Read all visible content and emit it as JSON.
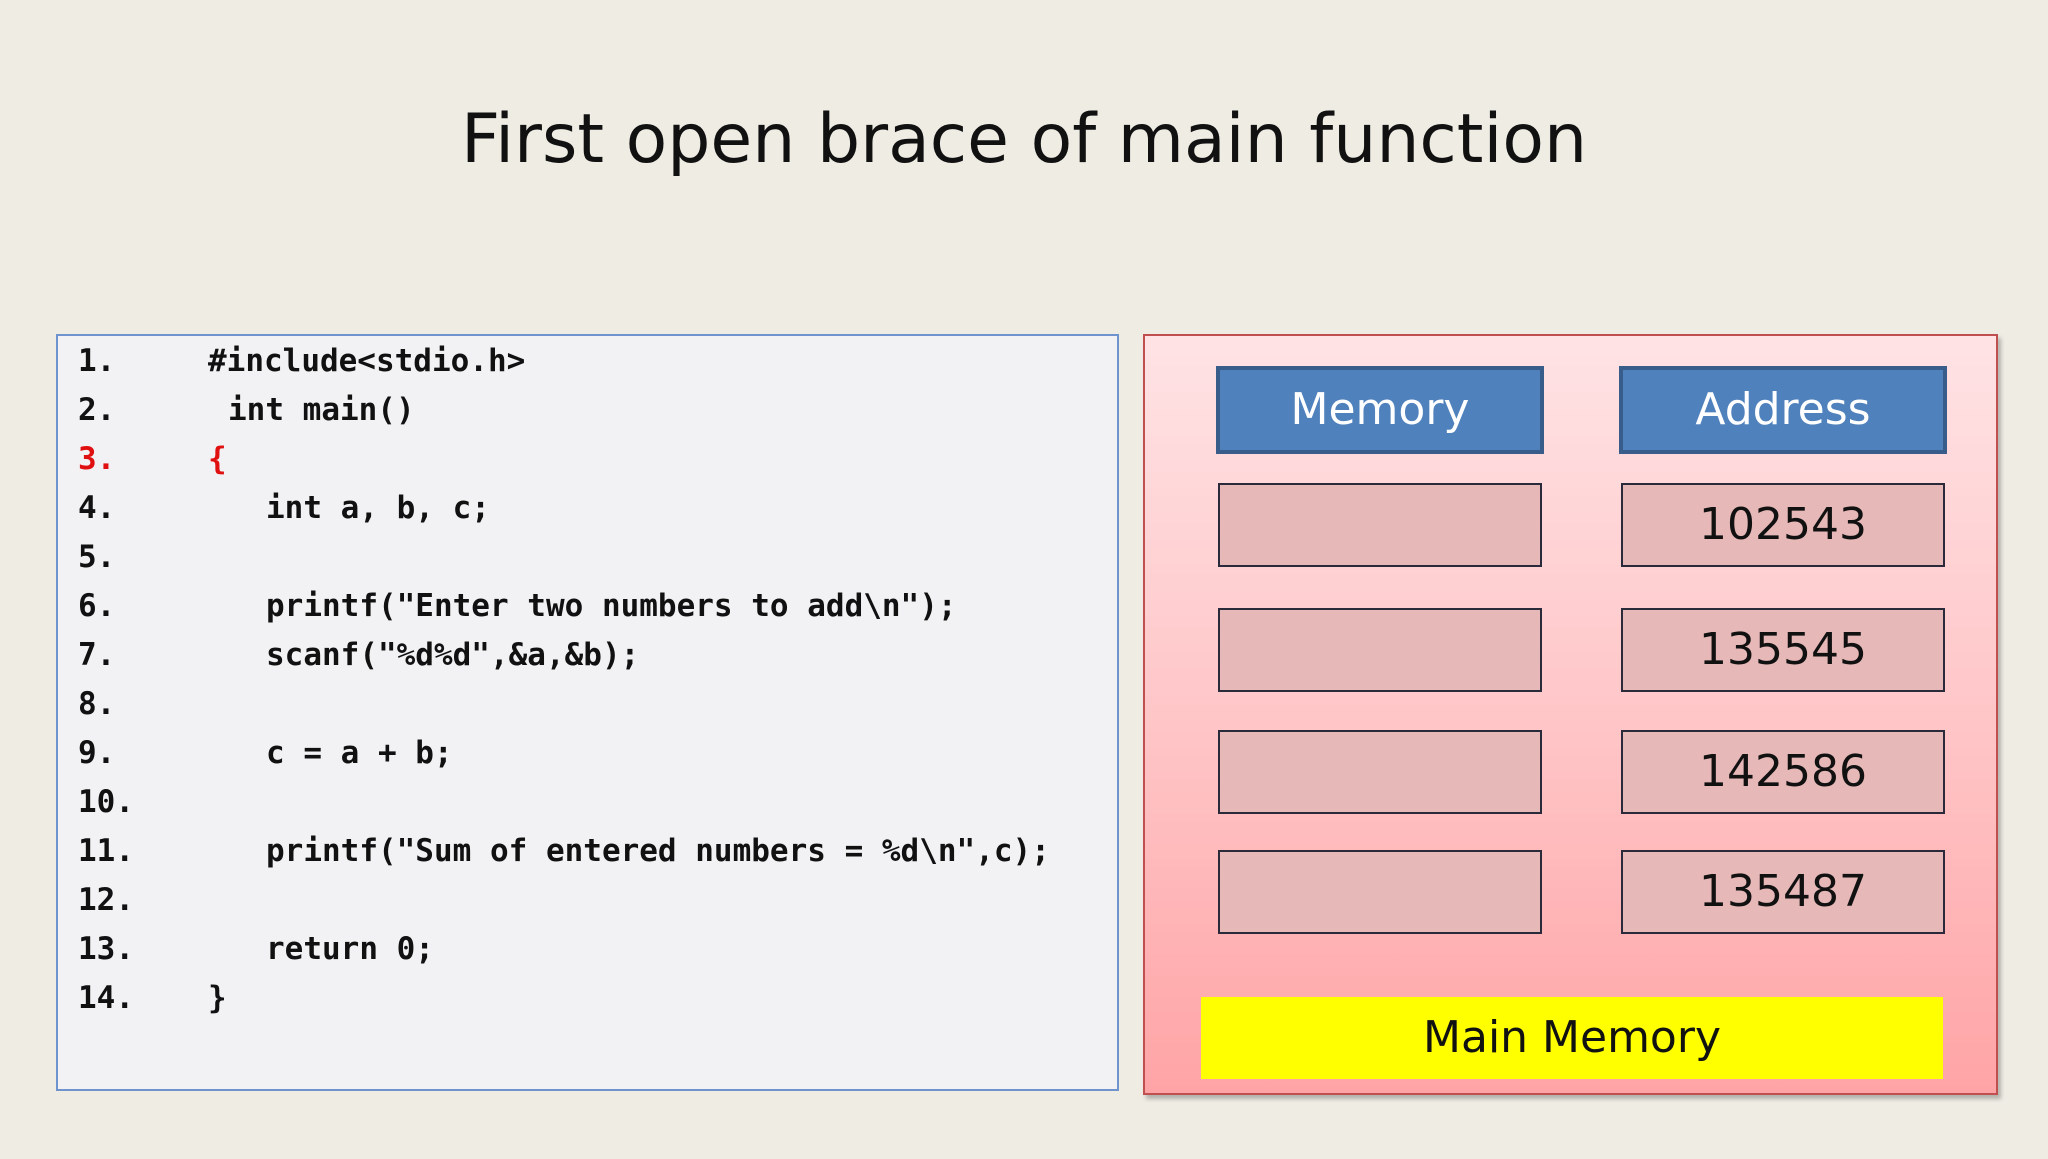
{
  "slide": {
    "title": "First open brace of main function"
  },
  "code": {
    "lines": [
      {
        "num": "1.",
        "text": "#include<stdio.h>"
      },
      {
        "num": "2.",
        "text": "int main()"
      },
      {
        "num": "3.",
        "text": "{"
      },
      {
        "num": "4.",
        "text": "int a, b, c;"
      },
      {
        "num": "5.",
        "text": ""
      },
      {
        "num": "6.",
        "text": "printf(\"Enter two numbers to add\\n\");"
      },
      {
        "num": "7.",
        "text": "scanf(\"%d%d\",&a,&b);"
      },
      {
        "num": "8.",
        "text": ""
      },
      {
        "num": "9.",
        "text": "c = a + b;"
      },
      {
        "num": "10.",
        "text": ""
      },
      {
        "num": "11.",
        "text": "printf(\"Sum of entered numbers = %d\\n\",c);"
      },
      {
        "num": "12.",
        "text": ""
      },
      {
        "num": "13.",
        "text": "return 0;"
      },
      {
        "num": "14.",
        "text": "}"
      }
    ],
    "highlight_color": "#e01010"
  },
  "memory_panel": {
    "memory_header": "Memory",
    "address_header": "Address",
    "rows": [
      {
        "memory": "",
        "address": "102543"
      },
      {
        "memory": "",
        "address": "135545"
      },
      {
        "memory": "",
        "address": "142586"
      },
      {
        "memory": "",
        "address": "135487"
      }
    ],
    "label": "Main Memory"
  }
}
